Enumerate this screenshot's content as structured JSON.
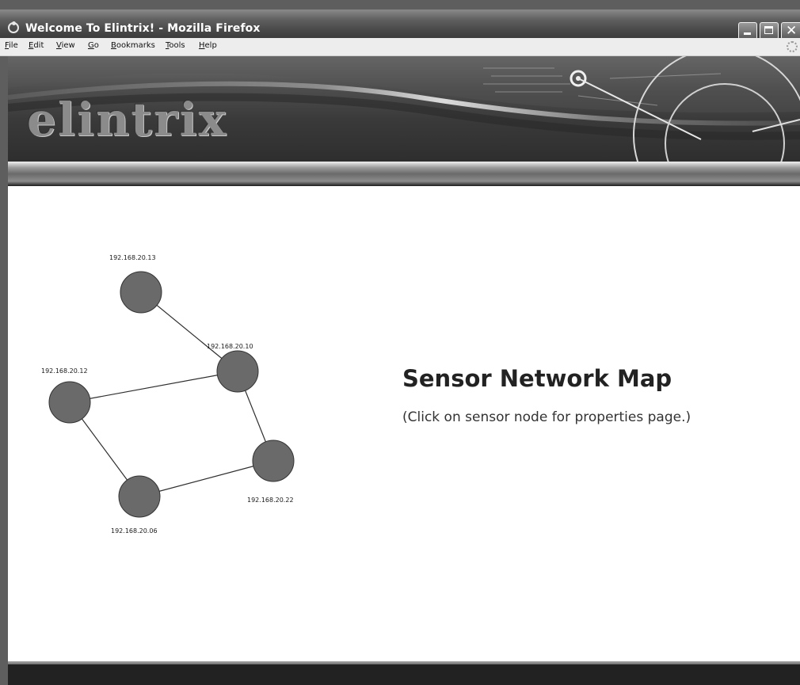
{
  "window": {
    "title": "Welcome To Elintrix! - Mozilla Firefox"
  },
  "menu": {
    "items": [
      {
        "mnemonic": "F",
        "rest": "ile"
      },
      {
        "mnemonic": "E",
        "rest": "dit"
      },
      {
        "mnemonic": "V",
        "rest": "iew"
      },
      {
        "mnemonic": "G",
        "rest": "o"
      },
      {
        "mnemonic": "B",
        "rest": "ookmarks"
      },
      {
        "mnemonic": "T",
        "rest": "ools"
      },
      {
        "mnemonic": "H",
        "rest": "elp"
      }
    ]
  },
  "banner": {
    "logo": "elintrix"
  },
  "main": {
    "title": "Sensor Network Map",
    "subtitle": "(Click on sensor node for properties page.)"
  },
  "network": {
    "nodes": [
      {
        "id": "n13",
        "label": "192.168.20.13"
      },
      {
        "id": "n10",
        "label": "192.168.20.10"
      },
      {
        "id": "n12",
        "label": "192.168.20.12"
      },
      {
        "id": "n22",
        "label": "192.168.20.22"
      },
      {
        "id": "n06",
        "label": "192.168.20.06"
      }
    ],
    "links": [
      [
        "n13",
        "n10"
      ],
      [
        "n12",
        "n10"
      ],
      [
        "n10",
        "n22"
      ],
      [
        "n12",
        "n06"
      ],
      [
        "n06",
        "n22"
      ]
    ]
  },
  "colors": {
    "node_fill": "#6a6a6a",
    "link": "#2e2e2e"
  }
}
